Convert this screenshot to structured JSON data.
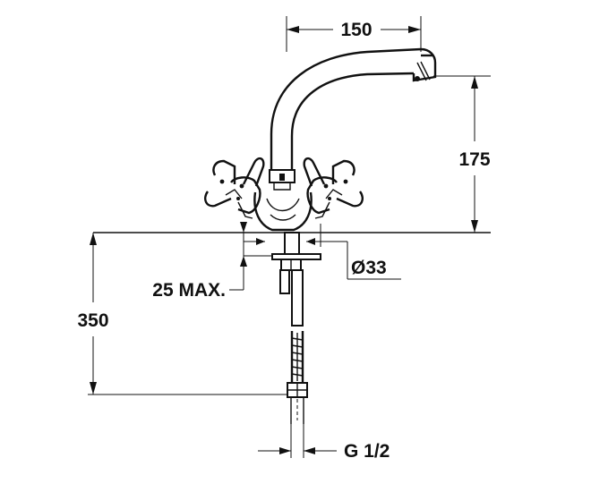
{
  "dimensions": {
    "spout_reach": "150",
    "spout_height": "175",
    "base_diameter": "Ø33",
    "deck_thickness": "25 MAX.",
    "hose_length": "350",
    "connection_thread": "G 1/2"
  },
  "colors": {
    "line": "#111111",
    "background": "#ffffff"
  }
}
